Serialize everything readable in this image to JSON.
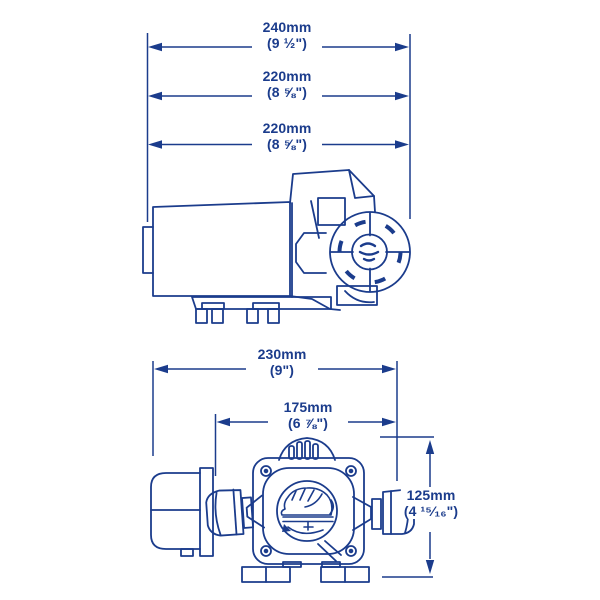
{
  "palette": {
    "ink": "#1b3c8c",
    "background": "#ffffff"
  },
  "dimensions": {
    "side_view": [
      {
        "mm": "240mm",
        "inches": "(9 ½\")"
      },
      {
        "mm": "220mm",
        "inches": "(8 ⅝\")"
      },
      {
        "mm": "220mm",
        "inches": "(8 ⅝\")"
      }
    ],
    "front_view": [
      {
        "mm": "230mm",
        "inches": "(9\")"
      },
      {
        "mm": "175mm",
        "inches": "(6 ⅞\")"
      },
      {
        "mm": "125mm",
        "inches": "(4 ¹⁵⁄₁₆\")"
      }
    ]
  }
}
